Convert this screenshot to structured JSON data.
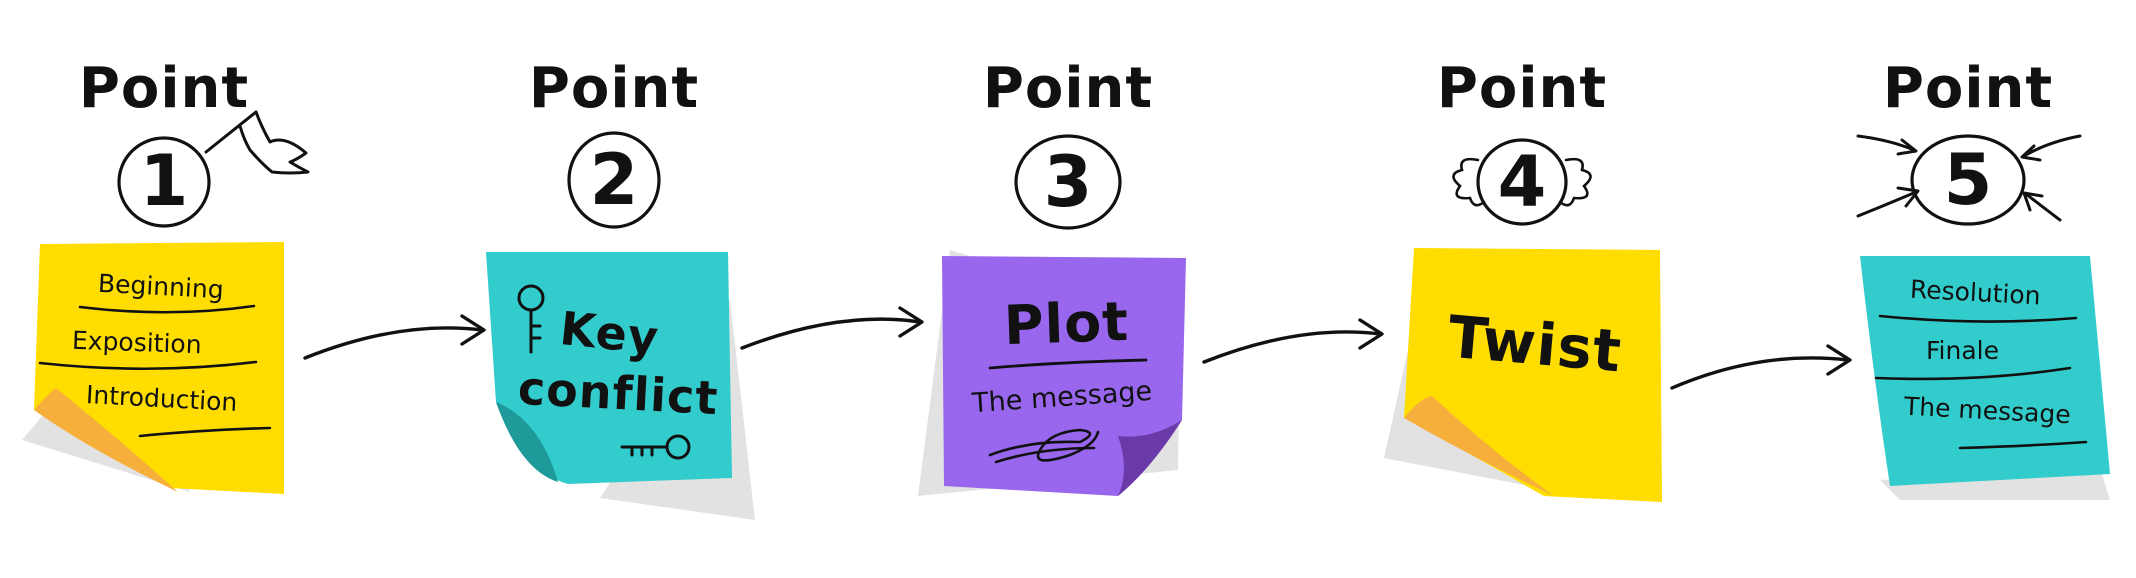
{
  "steps": [
    {
      "heading": "Point",
      "number": "1",
      "note_color": "#FFDD00",
      "labels": [
        "Beginning",
        "Exposition",
        "Introduction"
      ],
      "icon": "flag-icon"
    },
    {
      "heading": "Point",
      "number": "2",
      "note_color": "#33CCCC",
      "labels": [
        "Key",
        "conflict"
      ],
      "icon": "key-icon"
    },
    {
      "heading": "Point",
      "number": "3",
      "note_color": "#9966EE",
      "labels": [
        "Plot",
        "The message"
      ],
      "icon": "flourish-icon"
    },
    {
      "heading": "Point",
      "number": "4",
      "note_color": "#FFDD00",
      "labels": [
        "Twist"
      ],
      "icon": "twist-swirl-icon"
    },
    {
      "heading": "Point",
      "number": "5",
      "note_color": "#33CCCC",
      "labels": [
        "Resolution",
        "Finale",
        "The message"
      ],
      "icon": "converging-arrows-icon"
    }
  ],
  "colors": {
    "yellow": "#FFDD00",
    "yellow_fold": "#F7AF3B",
    "teal": "#33CCCC",
    "teal_fold": "#1E9A9A",
    "purple": "#9966EE",
    "purple_fold": "#6A3AA8",
    "shadow": "#E2E2E2",
    "ink": "#111111"
  }
}
